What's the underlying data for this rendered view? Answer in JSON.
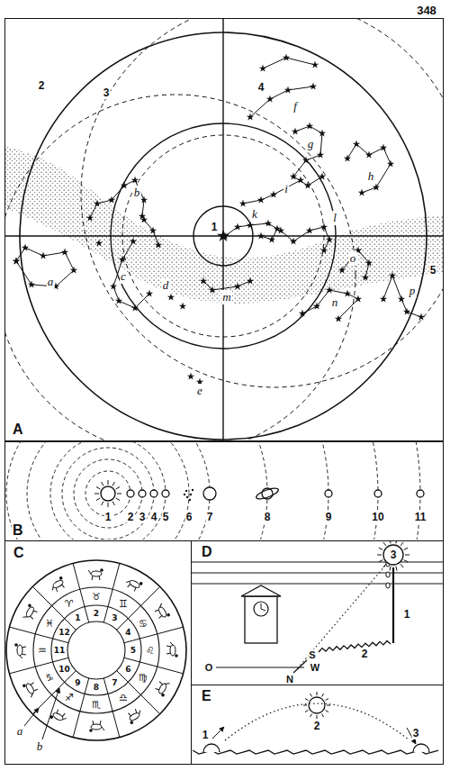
{
  "diagram": {
    "nodes": [
      {
        "text": [
          "A"
        ]
      },
      {
        "text": [
          "B"
        ]
      },
      {
        "text": [
          "C"
        ]
      },
      {
        "text": [
          "D"
        ]
      },
      {
        "text": [
          "E"
        ]
      }
    ],
    "labels": [
      "348",
      "1",
      "2",
      "3",
      "4",
      "5",
      "a",
      "b",
      "c",
      "d",
      "e",
      "f",
      "g",
      "h",
      "i",
      "k",
      "l",
      "m",
      "n",
      "o",
      "p",
      "1",
      "2",
      "3",
      "4",
      "5",
      "6",
      "7",
      "8",
      "9",
      "10",
      "11",
      "1",
      "2",
      "3",
      "4",
      "5",
      "6",
      "7",
      "8",
      "9",
      "10",
      "11",
      "12",
      "♈",
      "♉",
      "♊",
      "♋",
      "♌",
      "♍",
      "♎",
      "♏",
      "♐",
      "♑",
      "♒",
      "♓",
      "a",
      "b",
      "1",
      "2",
      "3",
      "O",
      "N",
      "S",
      "W",
      "1",
      "2",
      "3"
    ]
  }
}
